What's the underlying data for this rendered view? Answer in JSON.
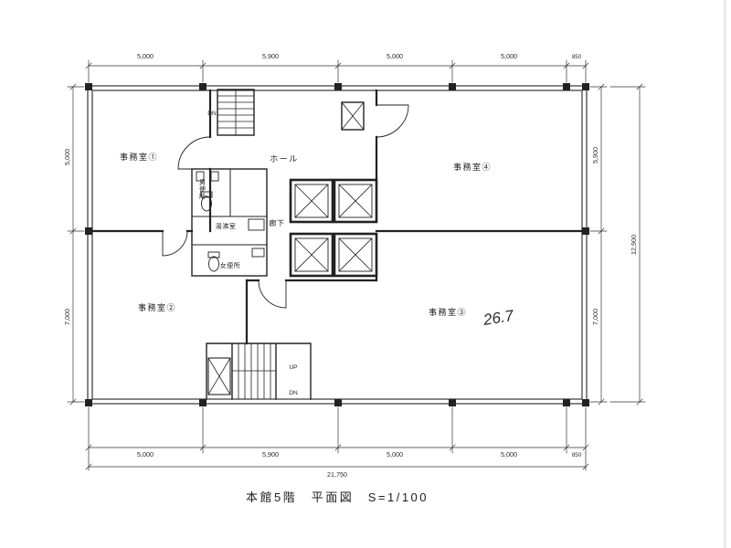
{
  "caption": {
    "text": "本館5階　平面図　S=1/100"
  },
  "rooms": {
    "office1": "事務室①",
    "office2": "事務室②",
    "office3": "事務室③",
    "office4": "事務室④",
    "hall": "ホール",
    "mens_toilet": "男便所",
    "womens_toilet": "女便所",
    "kitchenette": "湯沸室",
    "corridor": "廊下"
  },
  "annotations": {
    "handwritten_area": "26.7",
    "stair_top_dn": "DN",
    "stair_bottom_up": "UP",
    "stair_bottom_dn": "DN"
  },
  "dimensions": {
    "top": [
      "5,000",
      "5,900",
      "5,000",
      "5,000",
      "850"
    ],
    "bottom": [
      "5,000",
      "5,900",
      "5,000",
      "5,000",
      "850"
    ],
    "total_width": "21,750",
    "left": [
      "5,000",
      "7,000"
    ],
    "right": [
      "5,900",
      "7,000"
    ],
    "total_height": "12,900"
  },
  "colors": {
    "ink": "#222222",
    "paper": "#ffffff"
  }
}
